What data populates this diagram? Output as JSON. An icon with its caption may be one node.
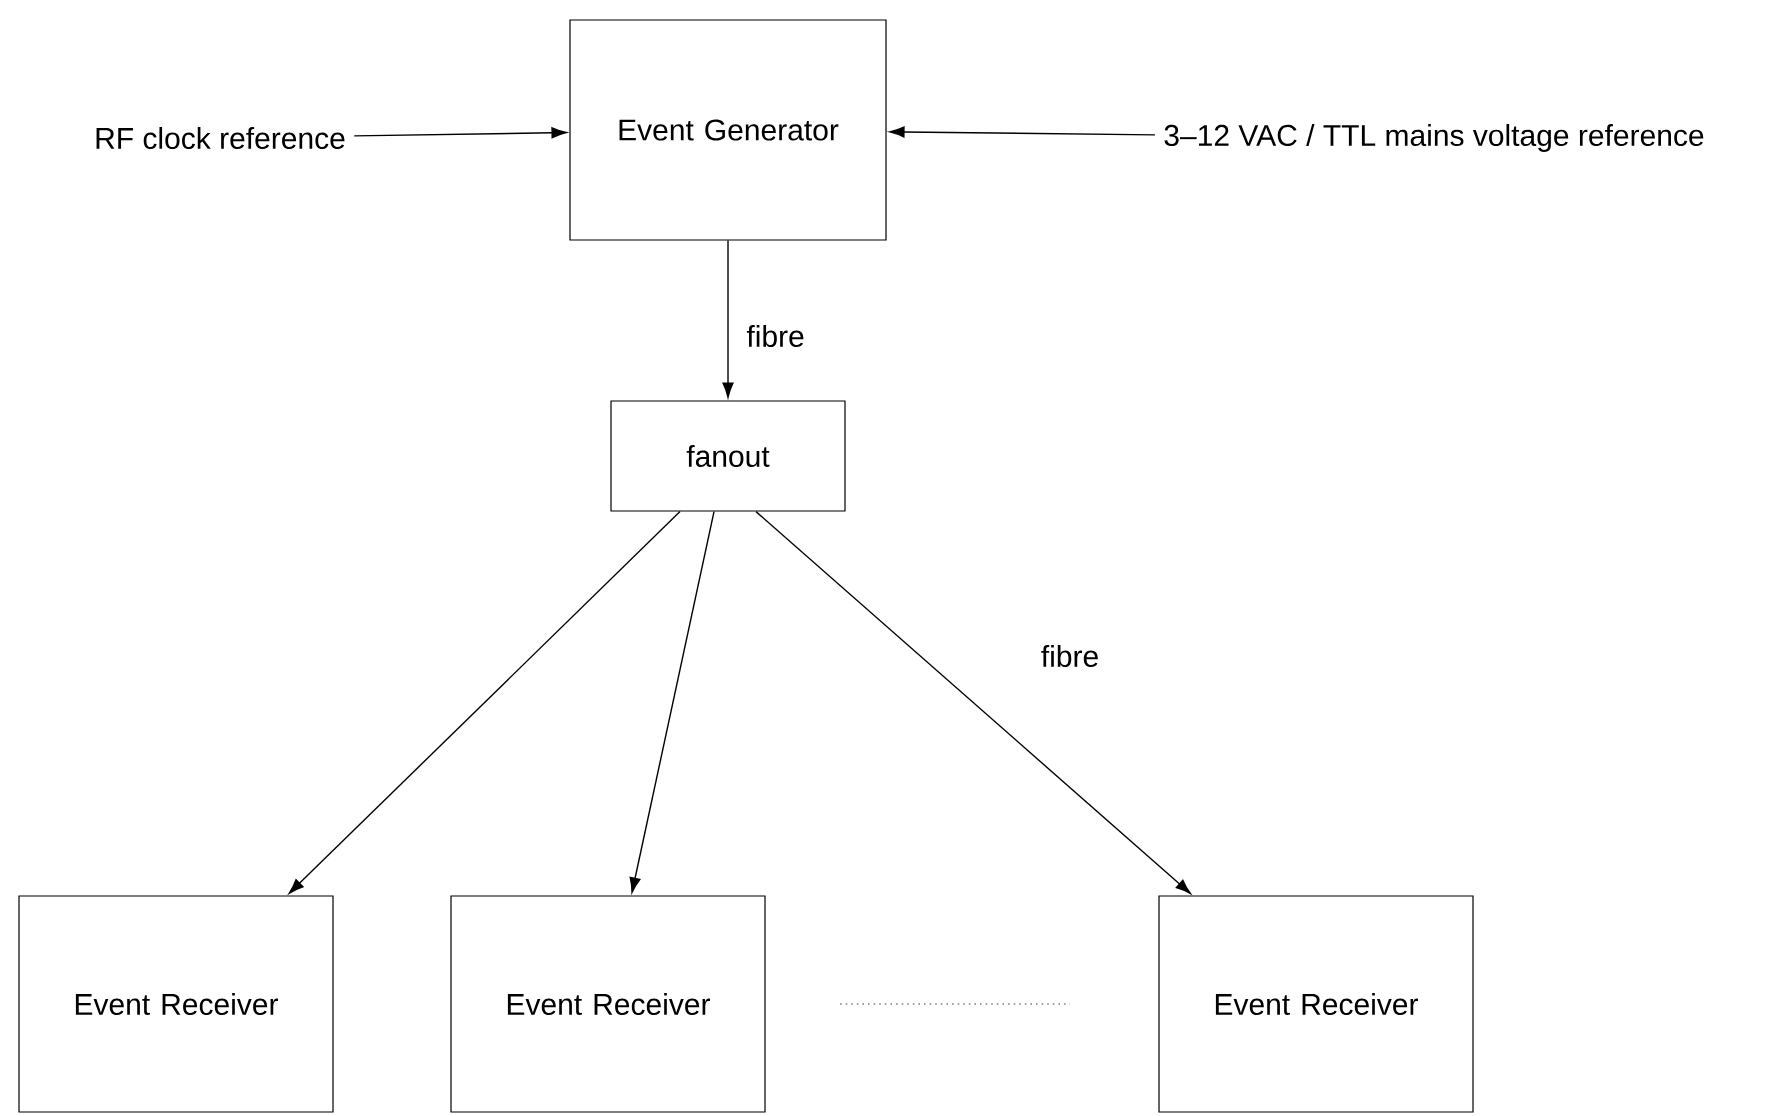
{
  "diagram": {
    "nodes": [
      {
        "text": [
          "RF clock reference"
        ]
      },
      {
        "text": [
          "Event Generator"
        ]
      },
      {
        "text": [
          "3–12 VAC / TTL mains voltage reference"
        ]
      },
      {
        "text": [
          "fanout"
        ]
      },
      {
        "text": [
          "Event Receiver"
        ]
      },
      {
        "text": [
          "Event Receiver"
        ]
      },
      {
        "text": [
          "Event Receiver"
        ]
      }
    ],
    "edges": [
      {
        "from": 0,
        "to": 1,
        "arrow": "to"
      },
      {
        "from": 2,
        "to": 1,
        "arrow": "to"
      },
      {
        "from": 1,
        "to": 3,
        "arrow": "to",
        "label": "fibre"
      },
      {
        "from": 3,
        "to": 4,
        "arrow": "to"
      },
      {
        "from": 3,
        "to": 5,
        "arrow": "to"
      },
      {
        "from": 3,
        "to": 6,
        "arrow": "to",
        "label": "fibre"
      }
    ]
  }
}
